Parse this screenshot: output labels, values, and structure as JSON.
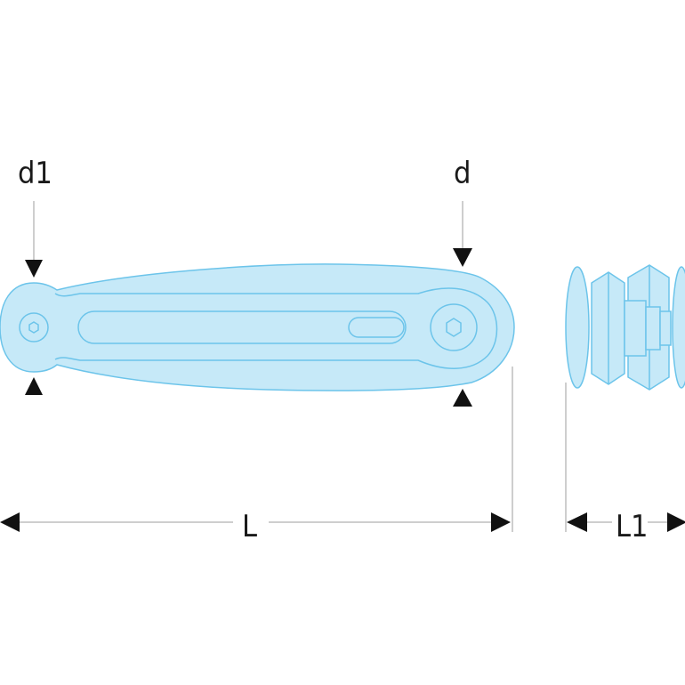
{
  "labels": {
    "d1": "d1",
    "d": "d",
    "L": "L",
    "L1": "L1"
  },
  "colors": {
    "tool_fill": "#c6e9f8",
    "tool_stroke": "#6cc4ea",
    "arrow": "#111111",
    "dimension_line": "#bdbdbd"
  }
}
